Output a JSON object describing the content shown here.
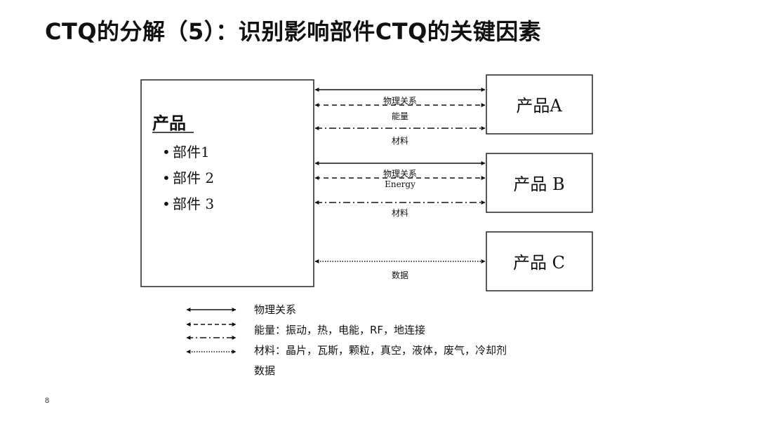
{
  "title": "CTQ的分解（5）：识别影响部件CTQ的关键因素",
  "main_box": {
    "heading": "产品",
    "parts": [
      "部件1",
      "部件 2",
      "部件 3"
    ]
  },
  "products": [
    {
      "label": "产品A",
      "links": [
        "物理关系",
        "能量",
        "材料"
      ]
    },
    {
      "label": "产品 B",
      "links": [
        "物理关系",
        "Energy",
        "材料"
      ]
    },
    {
      "label": "产品 C",
      "links": [
        "数据"
      ]
    }
  ],
  "legend": [
    {
      "style": "solid",
      "text": "物理关系"
    },
    {
      "style": "dashed",
      "text": "能量：振动，热，电能，RF，地连接"
    },
    {
      "style": "dashdot",
      "text": "材料：晶片，瓦斯，颗粒，真空，液体，废气，冷却剂"
    },
    {
      "style": "dotted",
      "text": "数据"
    }
  ],
  "page_number": "8"
}
